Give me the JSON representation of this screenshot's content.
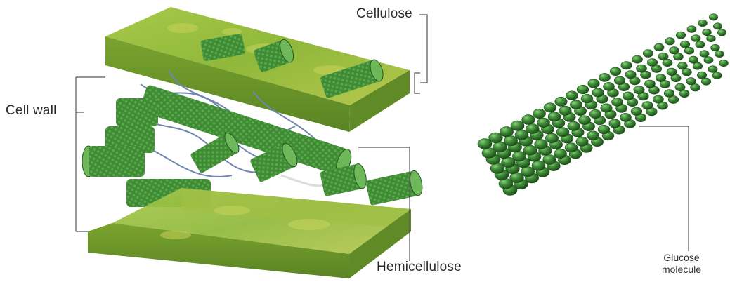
{
  "labels": {
    "cellulose": "Cellulose",
    "cell_wall": "Cell wall",
    "hemicellulose": "Hemicellulose",
    "glucose_line1": "Glucose",
    "glucose_line2": "molecule"
  },
  "colors": {
    "plate_top": "#8fb83a",
    "plate_side": "#6f9a2a",
    "plate_dark": "#4f7a1e",
    "fibril": "#3f8a35",
    "fibril_dark": "#23561e",
    "fibril_light": "#6fb85a",
    "hemicellulose_strand": "#6f86b0",
    "pectin_strand": "#d9d9d9",
    "glucose_bead": "#3f8f3a",
    "leader_line": "#555555"
  }
}
